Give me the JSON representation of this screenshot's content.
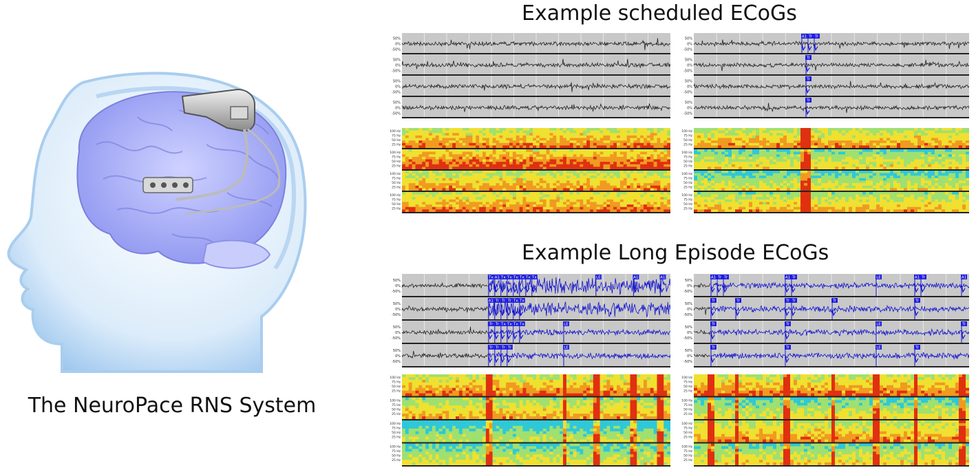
{
  "left": {
    "caption": "The NeuroPace RNS System"
  },
  "sections": [
    {
      "title": "Example scheduled ECoGs",
      "panels": [
        {
          "id": "sched-1",
          "events": []
        },
        {
          "id": "sched-2",
          "events": [
            {
              "ch": 0,
              "at": 0.39,
              "labels": [
                "A1",
                "Tr",
                "Tr"
              ]
            },
            {
              "ch": 1,
              "at": 0.405,
              "labels": [
                "Tr"
              ]
            },
            {
              "ch": 2,
              "at": 0.405,
              "labels": [
                "Tr"
              ]
            },
            {
              "ch": 3,
              "at": 0.405,
              "labels": [
                "Tr"
              ]
            }
          ]
        }
      ]
    },
    {
      "title": "Example Long Episode ECoGs",
      "panels": [
        {
          "id": "long-1",
          "events": [
            {
              "ch": 0,
              "at": 0.32,
              "labels": [
                "Tx",
                "A1",
                "Tx",
                "Tx",
                "Tx",
                "Tx",
                "Tx",
                "Tx"
              ]
            },
            {
              "ch": 0,
              "at": 0.72,
              "labels": [
                "LE"
              ]
            },
            {
              "ch": 0,
              "at": 0.86,
              "labels": [
                "A1"
              ]
            },
            {
              "ch": 0,
              "at": 0.96,
              "labels": [
                "A1"
              ]
            },
            {
              "ch": 1,
              "at": 0.32,
              "labels": [
                "A1",
                "Tr",
                "Tr",
                "Tr",
                "Tx",
                "Tx"
              ]
            },
            {
              "ch": 2,
              "at": 0.32,
              "labels": [
                "Tr",
                "Tr",
                "Tx",
                "Tx",
                "Tx",
                "Tx"
              ]
            },
            {
              "ch": 2,
              "at": 0.6,
              "labels": [
                "LE"
              ]
            },
            {
              "ch": 3,
              "at": 0.32,
              "labels": [
                "Tr",
                "Tr",
                "Tr",
                "Tr"
              ]
            },
            {
              "ch": 3,
              "at": 0.6,
              "labels": [
                "LE"
              ]
            }
          ]
        },
        {
          "id": "long-2",
          "events": [
            {
              "ch": 0,
              "at": 0.06,
              "labels": [
                "A1",
                "Tr",
                "Tr"
              ]
            },
            {
              "ch": 0,
              "at": 0.33,
              "labels": [
                "A1",
                "Tr"
              ]
            },
            {
              "ch": 0,
              "at": 0.66,
              "labels": [
                "LE"
              ]
            },
            {
              "ch": 0,
              "at": 0.8,
              "labels": [
                "A1",
                "Tr"
              ]
            },
            {
              "ch": 0,
              "at": 0.97,
              "labels": [
                "A1"
              ]
            },
            {
              "ch": 1,
              "at": 0.06,
              "labels": [
                "Tr"
              ]
            },
            {
              "ch": 1,
              "at": 0.15,
              "labels": [
                "Tr"
              ]
            },
            {
              "ch": 1,
              "at": 0.33,
              "labels": [
                "Tr",
                "Tr"
              ]
            },
            {
              "ch": 1,
              "at": 0.5,
              "labels": [
                "Tr"
              ]
            },
            {
              "ch": 1,
              "at": 0.8,
              "labels": [
                "Tr"
              ]
            },
            {
              "ch": 2,
              "at": 0.06,
              "labels": [
                "Tr"
              ]
            },
            {
              "ch": 2,
              "at": 0.33,
              "labels": [
                "Tr"
              ]
            },
            {
              "ch": 2,
              "at": 0.66,
              "labels": [
                "LE"
              ]
            },
            {
              "ch": 2,
              "at": 0.97,
              "labels": [
                "Tr"
              ]
            },
            {
              "ch": 3,
              "at": 0.06,
              "labels": [
                "Tr"
              ]
            },
            {
              "ch": 3,
              "at": 0.33,
              "labels": [
                "Tr"
              ]
            },
            {
              "ch": 3,
              "at": 0.66,
              "labels": [
                "LE"
              ]
            },
            {
              "ch": 3,
              "at": 0.8,
              "labels": [
                "Tr"
              ]
            }
          ]
        }
      ]
    }
  ],
  "ecog_axis_labels": [
    "50%",
    "0%",
    "-50%"
  ],
  "spectrogram_axis_labels": [
    "100 Hz",
    "75 Hz",
    "50 Hz",
    "25 Hz"
  ],
  "colors": {
    "trace": "#222222",
    "stim": "#1010d0",
    "event_box": "#1e1ee0",
    "grid_bg": "#c8c8c8",
    "spec_low": "#2fc8d8",
    "spec_mid": "#f0e030",
    "spec_high": "#e03010"
  }
}
